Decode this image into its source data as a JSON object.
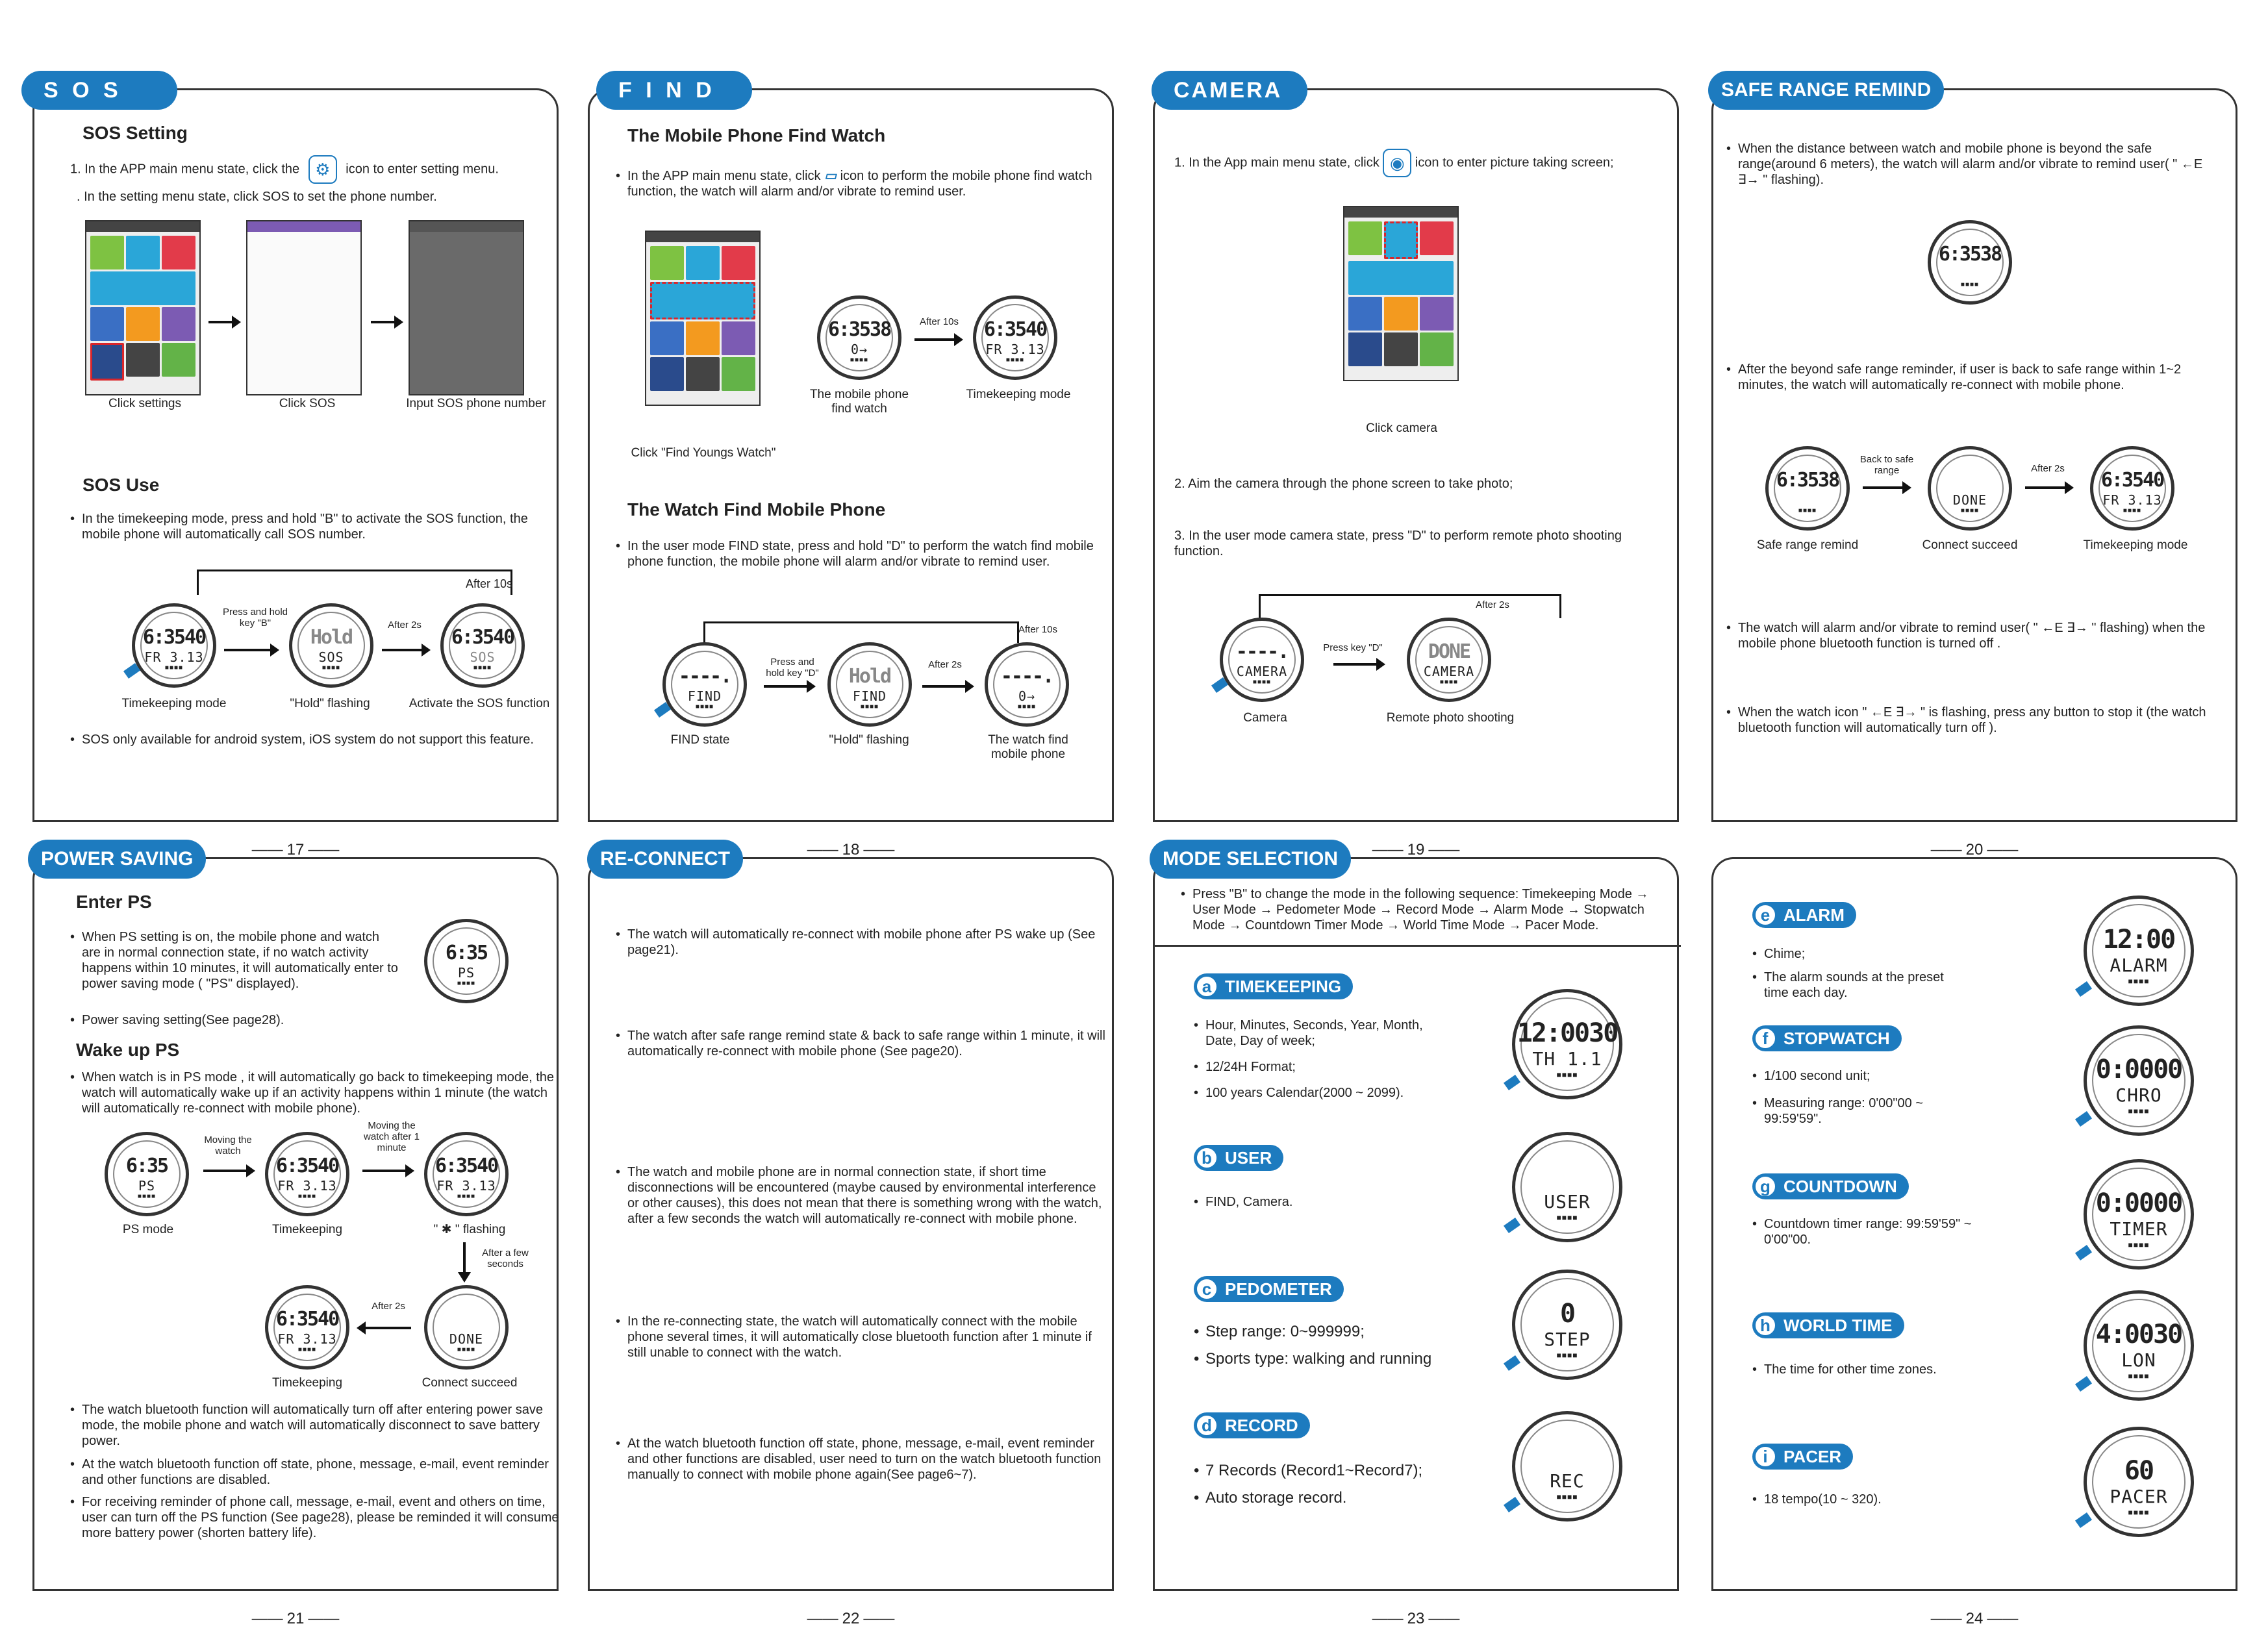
{
  "p17": {
    "header": "S O S",
    "title1": "SOS Setting",
    "s1": "1. In the APP  main  menu state, click the",
    "s1b": "icon to enter setting menu.",
    "s2": ". In the setting menu state, click SOS to set the phone  number.",
    "caps": [
      "Click settings",
      "Click SOS",
      "Input SOS phone number"
    ],
    "title2": "SOS Use",
    "b1": "In the timekeeping mode, press and  hold \"B\" to activate the SOS function, the mobile phone will automatically call SOS number.",
    "after": "After 10s",
    "press": "Press and hold key \"B\"",
    "after2": "After 2s",
    "wcaps": [
      "Timekeeping mode",
      "\"Hold\" flashing",
      "Activate the SOS function"
    ],
    "w1": [
      "6:3540",
      "FR 3.13"
    ],
    "w2": [
      "Hold",
      "SOS"
    ],
    "w3": [
      "6:3540",
      "SOS"
    ],
    "b2": "SOS only available for android system, iOS system do not support this feature.",
    "num": "17"
  },
  "p18": {
    "header": "F I N D",
    "title1": "The Mobile Phone Find Watch",
    "b1": "In the APP main  menu  state, click",
    "b1b": "icon to perform the mobile phone find watch function, the  watch will alarm and/or vibrate to remind user.",
    "after10": "After 10s",
    "w1": [
      "6:3538",
      "0→"
    ],
    "w2": [
      "6:3540",
      "FR 3.13"
    ],
    "cap1": "The mobile phone find watch",
    "cap2": "Timekeeping mode",
    "capphone": "Click \"Find Youngs Watch\"",
    "title2": "The Watch Find Mobile Phone",
    "b2": "In the user mode FIND state, press and hold \"D\" to perform  the watch find mobile phone function, the mobile phone will alarm and/or vibrate to remind user.",
    "after10b": "After 10s",
    "press": "Press and hold key \"D\"",
    "after2": "After 2s",
    "w3": [
      "----.",
      "FIND"
    ],
    "w4": [
      "Hold",
      "FIND"
    ],
    "w5": [
      "----.",
      "0→"
    ],
    "wcaps": [
      "FIND state",
      "\"Hold\" flashing",
      "The watch find mobile phone"
    ],
    "num": "18"
  },
  "p19": {
    "header": "CAMERA",
    "s1": "1. In the  App main menu state, click",
    "s1b": "icon to enter picture taking screen;",
    "capphone": "Click camera",
    "s2": "2. Aim the camera through the phone screen to take  photo;",
    "s3": "3. In the user mode camera state, press \"D\" to perform remote photo shooting function.",
    "after2": "After 2s",
    "press": "Press key \"D\"",
    "w1": [
      "----.",
      "CAMERA"
    ],
    "w2": [
      "DONE",
      "CAMERA"
    ],
    "wcaps": [
      "Camera",
      "Remote photo shooting"
    ],
    "num": "19"
  },
  "p20": {
    "header": "SAFE RANGE REMIND",
    "b1": "When the distance between watch and mobile phone is beyond the safe range(around 6 meters), the watch will alarm and/or vibrate to remind user( \" ←E ∃→ \" flashing).",
    "w0": [
      "6:3538",
      ""
    ],
    "b2": "After the beyond safe range reminder, if user is back to safe range within 1~2 minutes, the watch will automatically re-connect with mobile phone.",
    "back": "Back to safe range",
    "after2": "After 2s",
    "w1": [
      "6:3538",
      ""
    ],
    "w2": [
      "",
      "DONE"
    ],
    "w3": [
      "6:3540",
      "FR 3.13"
    ],
    "wcaps": [
      "Safe range remind",
      "Connect succeed",
      "Timekeeping mode"
    ],
    "b3": "The watch will  alarm and/or vibrate to remind user( \" ←E ∃→ \" flashing) when the mobile phone bluetooth function is turned off .",
    "b4": "When the watch icon \" ←E ∃→ \" is flashing, press any button to stop it (the watch bluetooth function will automatically turn off ).",
    "num": "20"
  },
  "p21": {
    "header": "POWER SAVING",
    "title1": "Enter PS",
    "b1": "When PS setting is on, the mobile phone and watch are in normal connection state, if  no watch activity happens within 10 minutes, it will automatically enter to power saving mode ( \"PS\" displayed).",
    "b2": "Power saving setting(See page28).",
    "w0": [
      "6:35",
      "PS"
    ],
    "title2": "Wake up PS",
    "b3": "When watch is in PS mode , it will automatically go back to timekeeping mode, the watch will automatically wake up if an activity happens within 1 minute (the watch will automatically re-connect with mobile phone).",
    "moving": "Moving the watch",
    "moving2": "Moving the watch after 1 minute",
    "w1": [
      "6:35",
      "PS"
    ],
    "w2": [
      "6:3540",
      "FR 3.13"
    ],
    "w3": [
      "6:3540",
      "FR 3.13"
    ],
    "wcaps": [
      "PS mode",
      "Timekeeping"
    ],
    "flash": "\" ✱ \" flashing",
    "afew": "After a few seconds",
    "after2": "After 2s",
    "w4": [
      "6:3540",
      "FR 3.13"
    ],
    "w5": [
      "",
      "DONE"
    ],
    "wcaps2": [
      "Timekeeping",
      "Connect succeed"
    ],
    "b4": "The watch bluetooth function will automatically turn off  after entering power save mode, the mobile phone and watch will automatically disconnect to save battery power.",
    "b5": "At the watch  bluetooth function off  state, phone, message, e-mail, event reminder  and  other  functions are  disabled.",
    "b6": "For receiving reminder of phone call, message, e-mail, event and others on time, user can turn off the  PS function (See page28), please be reminded it  will consume more battery power (shorten battery life).",
    "num": "21"
  },
  "p22": {
    "header": "RE-CONNECT",
    "b1": "The watch will automatically re-connect with mobile phone after  PS wake up (See page21).",
    "b2": "The watch after safe range remind state & back to  safe range within 1 minute, it will automatically  re-connect with mobile phone (See page20).",
    "b3": "The watch and  mobile phone are in normal connection state, if  short time disconnections will be encountered (maybe caused by environmental interference or other causes), this does not mean that there is something wrong with the  watch, after a few seconds the watch will automatically re-connect with mobile phone.",
    "b4": "In the re-connecting state, the watch will automatically connect with the mobile phone several times, it  will  automatically close bluetooth function after 1 minute  if  still unable to connect with the watch.",
    "b5": "At the watch  bluetooth function off state, phone, message, e-mail, event reminder and other functions are disabled, user need to turn on the watch bluetooth function manually to connect with mobile phone again(See page6~7).",
    "num": "22"
  },
  "p23": {
    "header": "MODE SELECTION",
    "intro": "Press \"B\" to change the mode in the following sequence: Timekeeping Mode → User Mode → Pedometer Mode → Record Mode → Alarm Mode → Stopwatch Mode → Countdown Timer Mode → World Time Mode → Pacer Mode.",
    "a": {
      "l": "a",
      "t": "TIMEKEEPING",
      "items": [
        "Hour, Minutes, Seconds, Year, Month, Date, Day of week;",
        "12/24H Format;",
        "100 years Calendar(2000 ~ 2099)."
      ],
      "w": [
        "12:0030",
        "TH 1.1"
      ]
    },
    "b": {
      "l": "b",
      "t": "USER",
      "items": [
        "FIND, Camera."
      ],
      "w": [
        "",
        "USER"
      ]
    },
    "c": {
      "l": "c",
      "t": "PEDOMETER",
      "items": [
        "Step range: 0~999999;",
        "Sports type:  walking and running"
      ],
      "w": [
        "0",
        "STEP"
      ]
    },
    "d": {
      "l": "d",
      "t": "RECORD",
      "items": [
        "7 Records (Record1~Record7);",
        "Auto storage record."
      ],
      "w": [
        "",
        "REC"
      ]
    },
    "num": "23"
  },
  "p24": {
    "e": {
      "l": "e",
      "t": "ALARM",
      "items": [
        "Chime;",
        "The alarm sounds at the preset time each day."
      ],
      "w": [
        "12:00",
        "ALARM"
      ]
    },
    "f": {
      "l": "f",
      "t": "STOPWATCH",
      "items": [
        "1/100 second unit;",
        "Measuring range: 0'00\"00 ~ 99:59'59\"."
      ],
      "w": [
        "0:0000",
        "CHRO"
      ]
    },
    "g": {
      "l": "g",
      "t": "COUNTDOWN",
      "items": [
        "Countdown timer range: 99:59'59\" ~ 0'00\"00."
      ],
      "w": [
        "0:0000",
        "TIMER"
      ]
    },
    "h": {
      "l": "h",
      "t": "WORLD TIME",
      "items": [
        "The time for other time zones."
      ],
      "w": [
        "4:0030",
        "LON"
      ]
    },
    "i": {
      "l": "i",
      "t": "PACER",
      "items": [
        "18 tempo(10 ~ 320)."
      ],
      "w": [
        "60",
        "PACER"
      ]
    },
    "num": "24"
  },
  "colors": {
    "accent": "#1d7bbf",
    "red": "#d9262b"
  }
}
